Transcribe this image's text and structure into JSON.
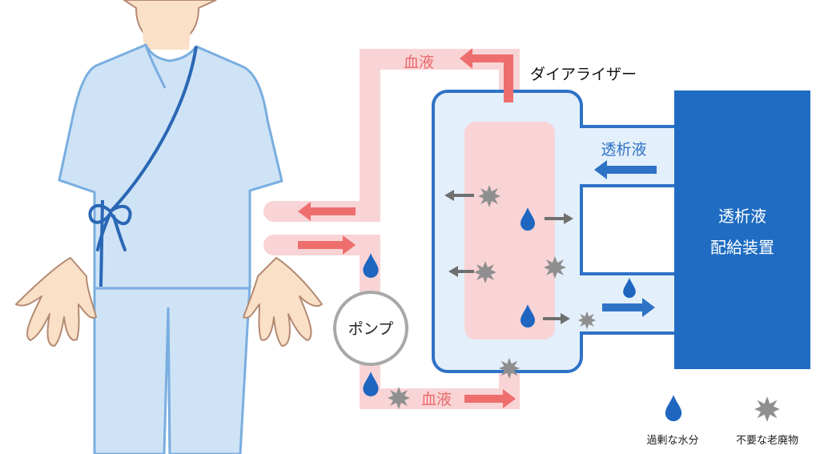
{
  "labels": {
    "blood_top": "血液",
    "blood_bottom": "血液",
    "dialyzer": "ダイアライザー",
    "dialysate": "透析液",
    "machine_line1": "透析液",
    "machine_line2": "配給装置",
    "pump": "ポンプ"
  },
  "legend": {
    "water": "過剰な水分",
    "waste": "不要な老廃物"
  },
  "colors": {
    "blood_tube": "#f9d4d6",
    "blood_arrow": "#ee6e6e",
    "blood_text": "#ea6a6a",
    "dialysate_blue": "#2e72c6",
    "machine_blue": "#1f6cc2",
    "dialyzer_fill": "#e3effb",
    "drop_blue": "#1f66c1",
    "waste_gray": "#8f8f8f",
    "gown_fill": "#cfe3f6",
    "gown_line": "#7aaee0",
    "gown_dark_line": "#2a67b5",
    "skin": "#fbe0c8",
    "skin_line": "#b48a72"
  },
  "icons": {
    "water": "water-drop-icon",
    "waste": "waste-burst-icon"
  }
}
